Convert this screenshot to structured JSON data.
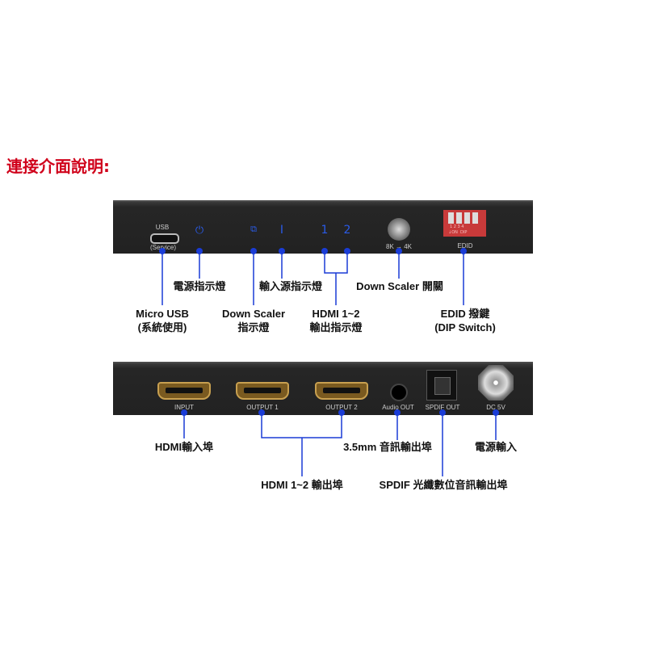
{
  "title": "連接介面說明:",
  "front_panel": {
    "usb": "USB",
    "service": "(Service)",
    "led_1": "1",
    "led_2": "2",
    "input_led": "I",
    "scaler": "8K → 4K",
    "dip_numbers": "1 2 3 4",
    "dip_on": "↓ON  DIP",
    "edid": "EDID"
  },
  "rear_panel": {
    "input": "INPUT",
    "output1": "OUTPUT 1",
    "output2": "OUTPUT 2",
    "audio": "Audio OUT",
    "spdif": "SPDIF OUT",
    "dc": "DC 5V"
  },
  "callouts": {
    "power_led": "電源指示燈",
    "input_led": "輸入源指示燈",
    "scaler_switch": "Down Scaler 開關",
    "micro_usb": "Micro USB",
    "micro_usb_sub": "(系統使用)",
    "scaler_led": "Down Scaler",
    "scaler_led_sub": "指示燈",
    "hdmi_led": "HDMI 1~2",
    "hdmi_led_sub": "輸出指示燈",
    "edid": "EDID 撥鍵",
    "edid_sub": "(DIP Switch)",
    "hdmi_in": "HDMI輸入埠",
    "audio": "3.5mm 音訊輸出埠",
    "dc": "電源輸入",
    "hdmi_out": "HDMI 1~2 輸出埠",
    "spdif": "SPDIF 光纖數位音訊輸出埠"
  },
  "colors": {
    "accent": "#1a3cd6",
    "title": "#d0021b"
  }
}
